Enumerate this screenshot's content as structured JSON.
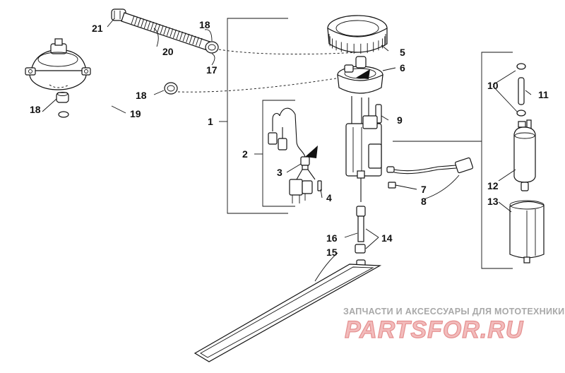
{
  "labels": {
    "p1": "1",
    "p2": "2",
    "p3": "3",
    "p4": "4",
    "p5": "5",
    "p6": "6",
    "p7": "7",
    "p8": "8",
    "p9": "9",
    "p10": "10",
    "p11": "11",
    "p12": "12",
    "p13": "13",
    "p14": "14",
    "p15": "15",
    "p16": "16",
    "p17": "17",
    "p18a": "18",
    "p18b": "18",
    "p18c": "18",
    "p19": "19",
    "p20": "20",
    "p21": "21"
  },
  "watermark": {
    "tagline": "ЗАПЧАСТИ И АКСЕССУАРЫ ДЛЯ МОТОТЕХНИКИ",
    "brand": "PARTSFOR.RU"
  }
}
